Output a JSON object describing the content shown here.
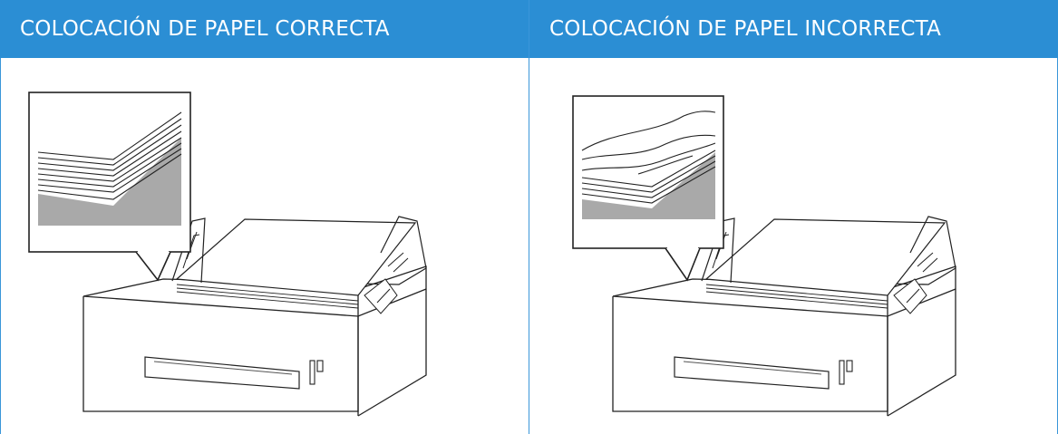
{
  "table": {
    "columns": [
      {
        "header": "COLOCACIÓN DE PAPEL CORRECTA",
        "illustration": "paper-tray-flat-stack"
      },
      {
        "header": "COLOCACIÓN DE PAPEL INCORRECTA",
        "illustration": "paper-tray-curled-stack"
      }
    ]
  },
  "colors": {
    "header_bg": "#2b8ed4",
    "header_text": "#ffffff",
    "border": "#3a96d9"
  }
}
